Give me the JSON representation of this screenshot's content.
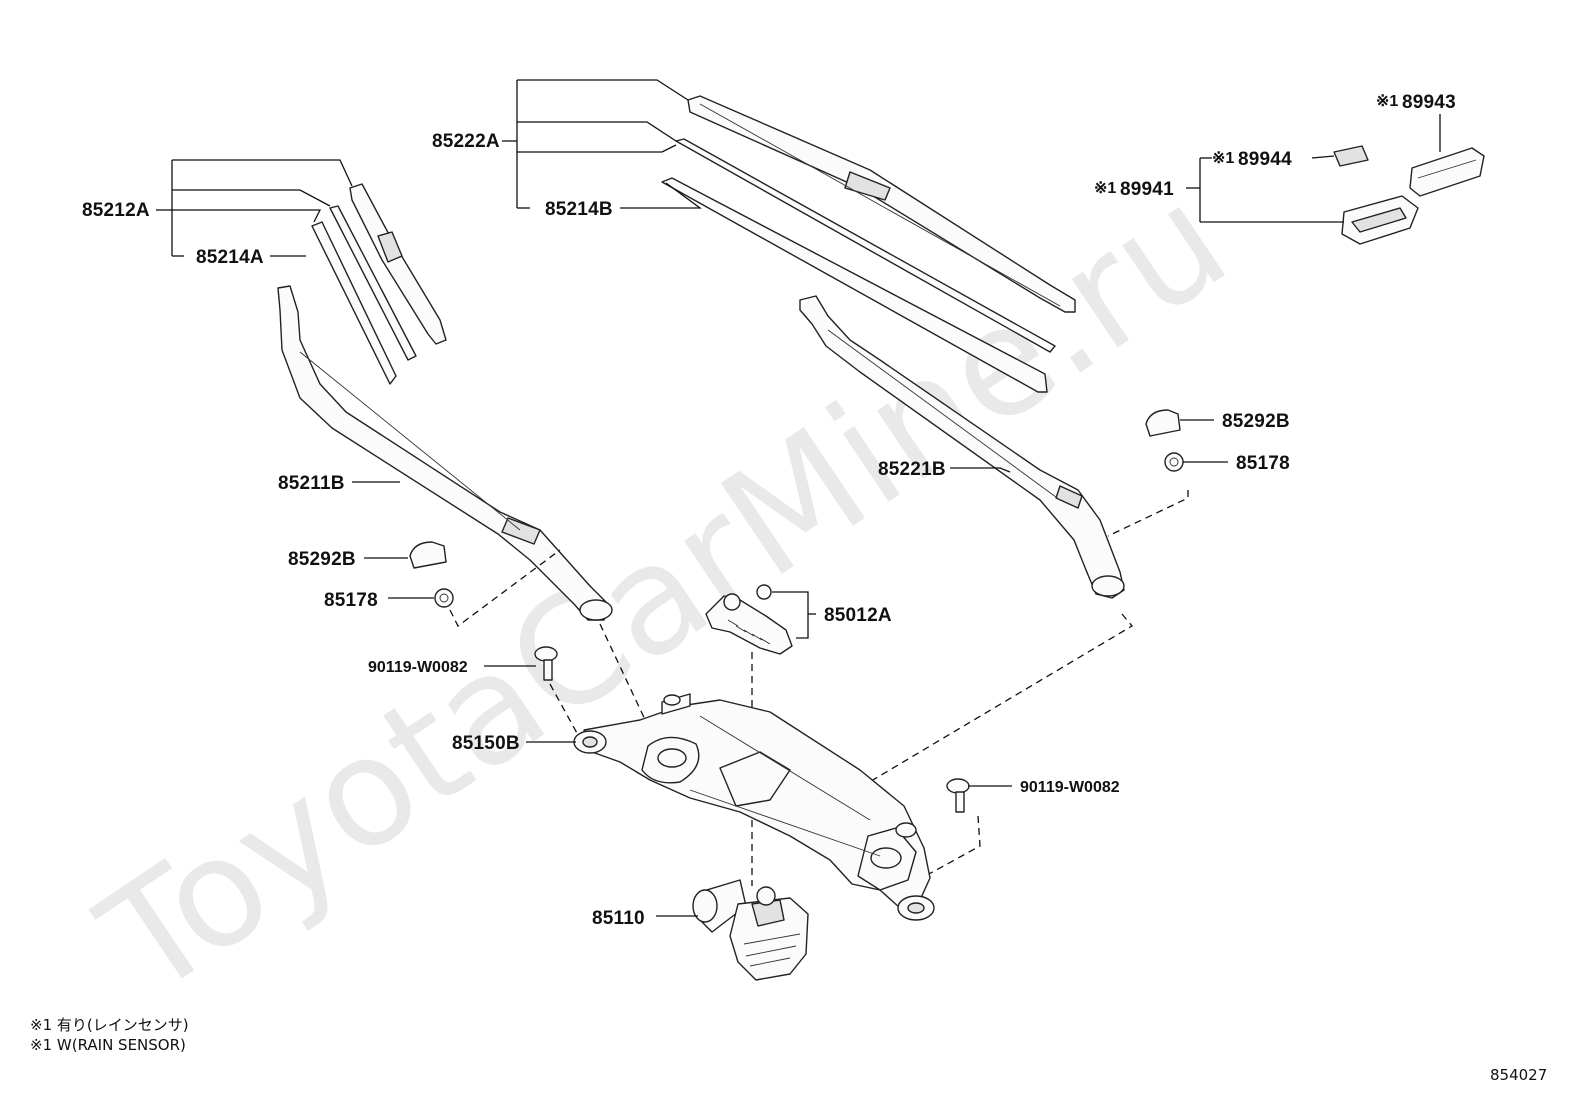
{
  "watermark": "ToyotaCarMine.ru",
  "parts": {
    "p85222A": "85222A",
    "p85214B": "85214B",
    "p85212A": "85212A",
    "p85214A": "85214A",
    "p89943": "89943",
    "p89944": "89944",
    "p89941": "89941",
    "p85292B_right": "85292B",
    "p85178_right": "85178",
    "p85221B": "85221B",
    "p85211B": "85211B",
    "p85292B_left": "85292B",
    "p85178_left": "85178",
    "p85012A": "85012A",
    "p90119_left": "90119-W0082",
    "p85150B": "85150B",
    "p90119_right": "90119-W0082",
    "p85110": "85110"
  },
  "marker": "※1",
  "footnotes": {
    "line1": "※1 有り(レインセンサ)",
    "line2": "※1 W(RAIN SENSOR)"
  },
  "diagram_id": "854027"
}
